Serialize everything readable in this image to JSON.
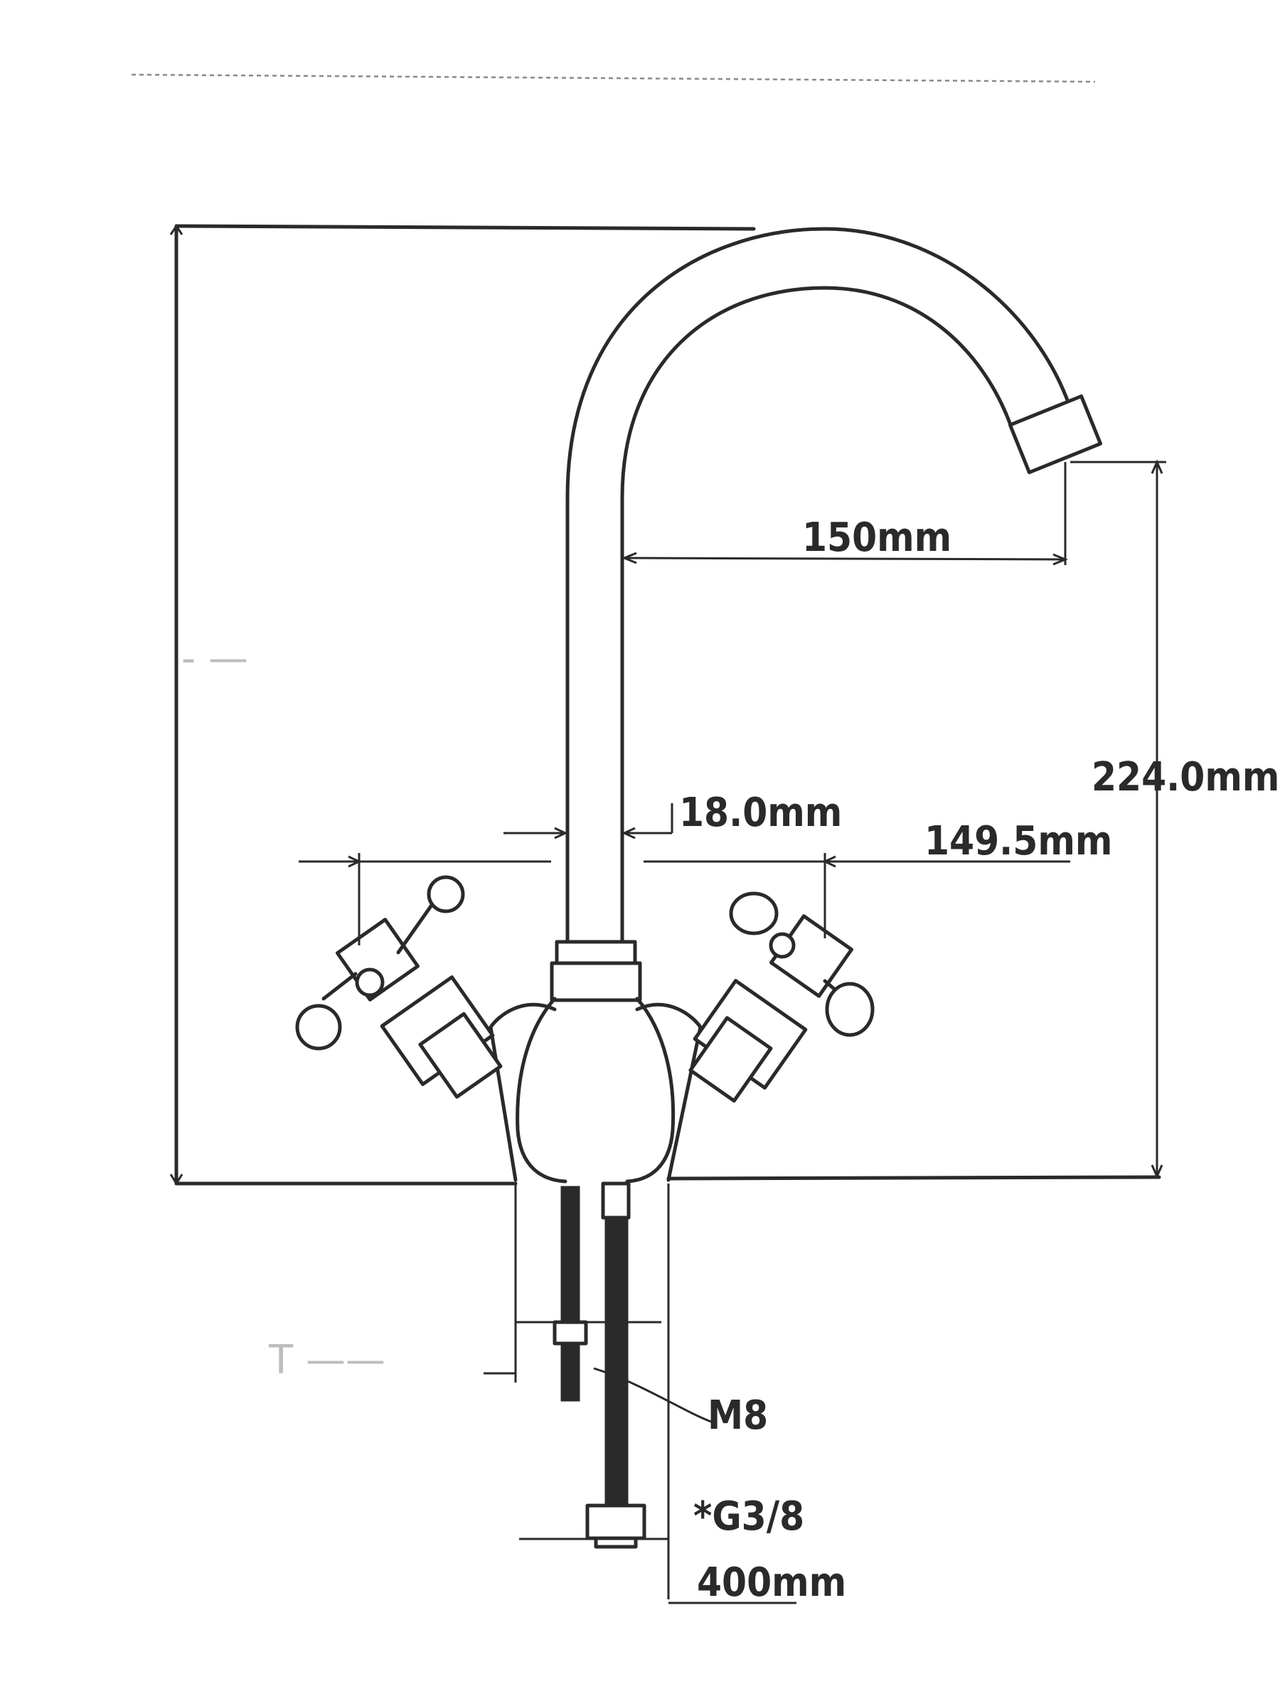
{
  "dimensions": {
    "spout_reach": "150mm",
    "spout_height": "224.0mm",
    "spout_diameter": "18.0mm",
    "handle_spread": "149.5mm",
    "hose_thread": "*G3/8",
    "hose_length": "400mm",
    "stud_thread": "M8"
  },
  "illegible_labels": {
    "left_side_mark": "- —",
    "lower_left_mark": "T ——"
  },
  "colors": {
    "line": "#2a2a2a",
    "background": "#ffffff"
  }
}
